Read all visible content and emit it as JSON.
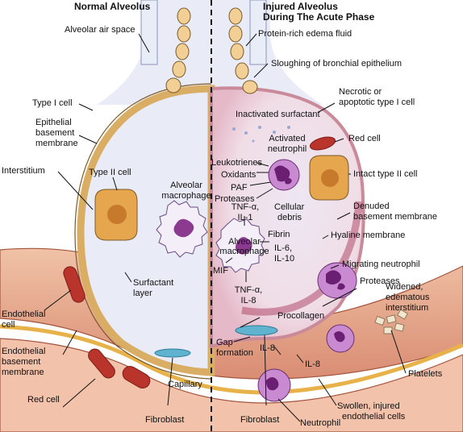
{
  "titles": {
    "left": "Normal Alveolus",
    "right_line1": "Injured Alveolus",
    "right_line2": "During The Acute Phase"
  },
  "left_labels": {
    "alveolar_air_space": "Alveolar air space",
    "type1_cell": "Type I cell",
    "epithelial_bm_1": "Epithelial",
    "epithelial_bm_2": "basement",
    "epithelial_bm_3": "membrane",
    "interstitium": "Interstitium",
    "type2_cell": "Type II cell",
    "alveolar_macrophage_1": "Alveolar",
    "alveolar_macrophage_2": "macrophage",
    "surfactant_layer_1": "Surfactant",
    "surfactant_layer_2": "layer",
    "endothelial_cell_1": "Endothelial",
    "endothelial_cell_2": "cell",
    "endothelial_bm_1": "Endothelial",
    "endothelial_bm_2": "basement",
    "endothelial_bm_3": "membrane",
    "red_cell": "Red cell",
    "capillary": "Capillary",
    "fibroblast": "Fibroblast"
  },
  "right_labels": {
    "protein_edema": "Protein-rich edema fluid",
    "sloughing": "Sloughing of bronchial epithelium",
    "necrotic_1": "Necrotic or",
    "necrotic_2": "apoptotic type I cell",
    "inactivated_surfactant": "Inactivated surfactant",
    "activated_neutrophil_1": "Activated",
    "activated_neutrophil_2": "neutrophil",
    "red_cell": "Red cell",
    "leukotrienes": "Leukotrienes",
    "oxidants": "Oxidants",
    "intact_type2": "Intact type II cell",
    "paf": "PAF",
    "proteases_top": "Proteases",
    "denuded_bm_1": "Denuded",
    "denuded_bm_2": "basement membrane",
    "tnf_il1_1": "TNF-α,",
    "tnf_il1_2": "IL-1",
    "cellular_debris_1": "Cellular",
    "cellular_debris_2": "debris",
    "hyaline_membrane": "Hyaline membrane",
    "fibrin": "Fibrin",
    "alveolar_macrophage_1": "Alveolar",
    "alveolar_macrophage_2": "macrophage",
    "il6_il10_1": "IL-6,",
    "il6_il10_2": "IL-10",
    "migrating_neutrophil": "Migrating neutrophil",
    "proteases_mid": "Proteases",
    "widened_1": "Widened,",
    "widened_2": "edematous",
    "widened_3": "interstitium",
    "mif": "MIF",
    "tnf_il8_1": "TNF-α,",
    "tnf_il8_2": "IL-8",
    "procollagen": "Procollagen",
    "gap_formation_1": "Gap",
    "gap_formation_2": "formation",
    "il8_a": "IL-8",
    "il8_b": "IL-8",
    "platelets": "Platelets",
    "swollen_1": "Swollen, injured",
    "swollen_2": "endothelial cells",
    "fibroblast": "Fibroblast",
    "neutrophil": "Neutrophil"
  },
  "colors": {
    "alveolus_fill": "#e9ecf7",
    "alveolus_wall": "#f1cf95",
    "wall_stroke": "#7a5a2a",
    "interstitium": "#e6a98a",
    "capillary": "#f3c2ab",
    "red_cell": "#b9342b",
    "cell_purple": "#8a3a8f",
    "macrophage_fill": "#f3eef8",
    "hyaline": "#c25a7a",
    "edema_blue": "#c9d2ee",
    "fibroblast": "#5fb3cf"
  }
}
